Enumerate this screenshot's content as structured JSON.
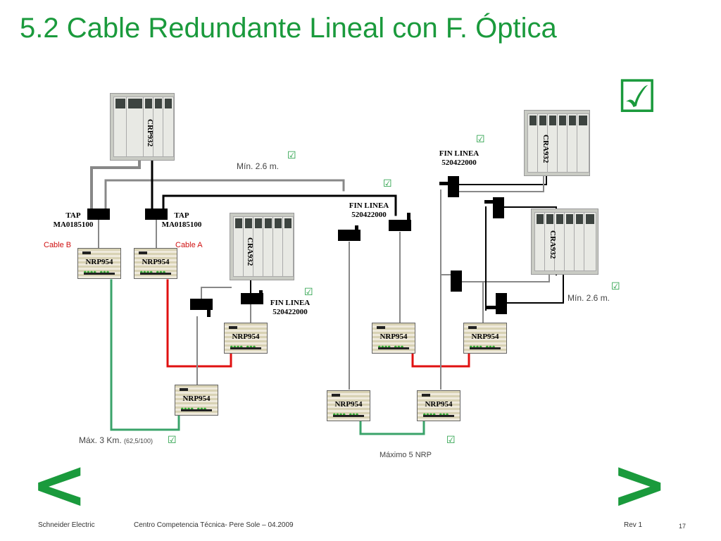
{
  "header": {
    "title": "5.2 Cable Redundante Lineal con F. Óptica"
  },
  "devices": {
    "crp": "CRP932",
    "cra": "CRA932",
    "nrp": "NRP954"
  },
  "labels": {
    "tap": "TAP",
    "tap_part": "MA0185100",
    "cable_b": "Cable B",
    "cable_a": "Cable A",
    "fin_linea": "FIN LINEA",
    "fin_part": "520422000",
    "min_dist": "Mín. 2.6 m.",
    "max_dist": "Máx. 3 Km.",
    "max_dist_note": "(62,5/100)",
    "max_nrp": "Máximo 5 NRP"
  },
  "icons": {
    "check": "☑",
    "big_check": "☑",
    "prev": "<",
    "next": ">"
  },
  "colors": {
    "accent": "#1a9a3c",
    "red_cable": "#e01010",
    "fiber": "#3aa36a",
    "gray_cable": "#888888"
  },
  "footer": {
    "company": "Schneider Electric",
    "center": "Centro Competencia Técnica- Pere Sole – 04.2009",
    "rev": "Rev 1",
    "page": "17"
  }
}
